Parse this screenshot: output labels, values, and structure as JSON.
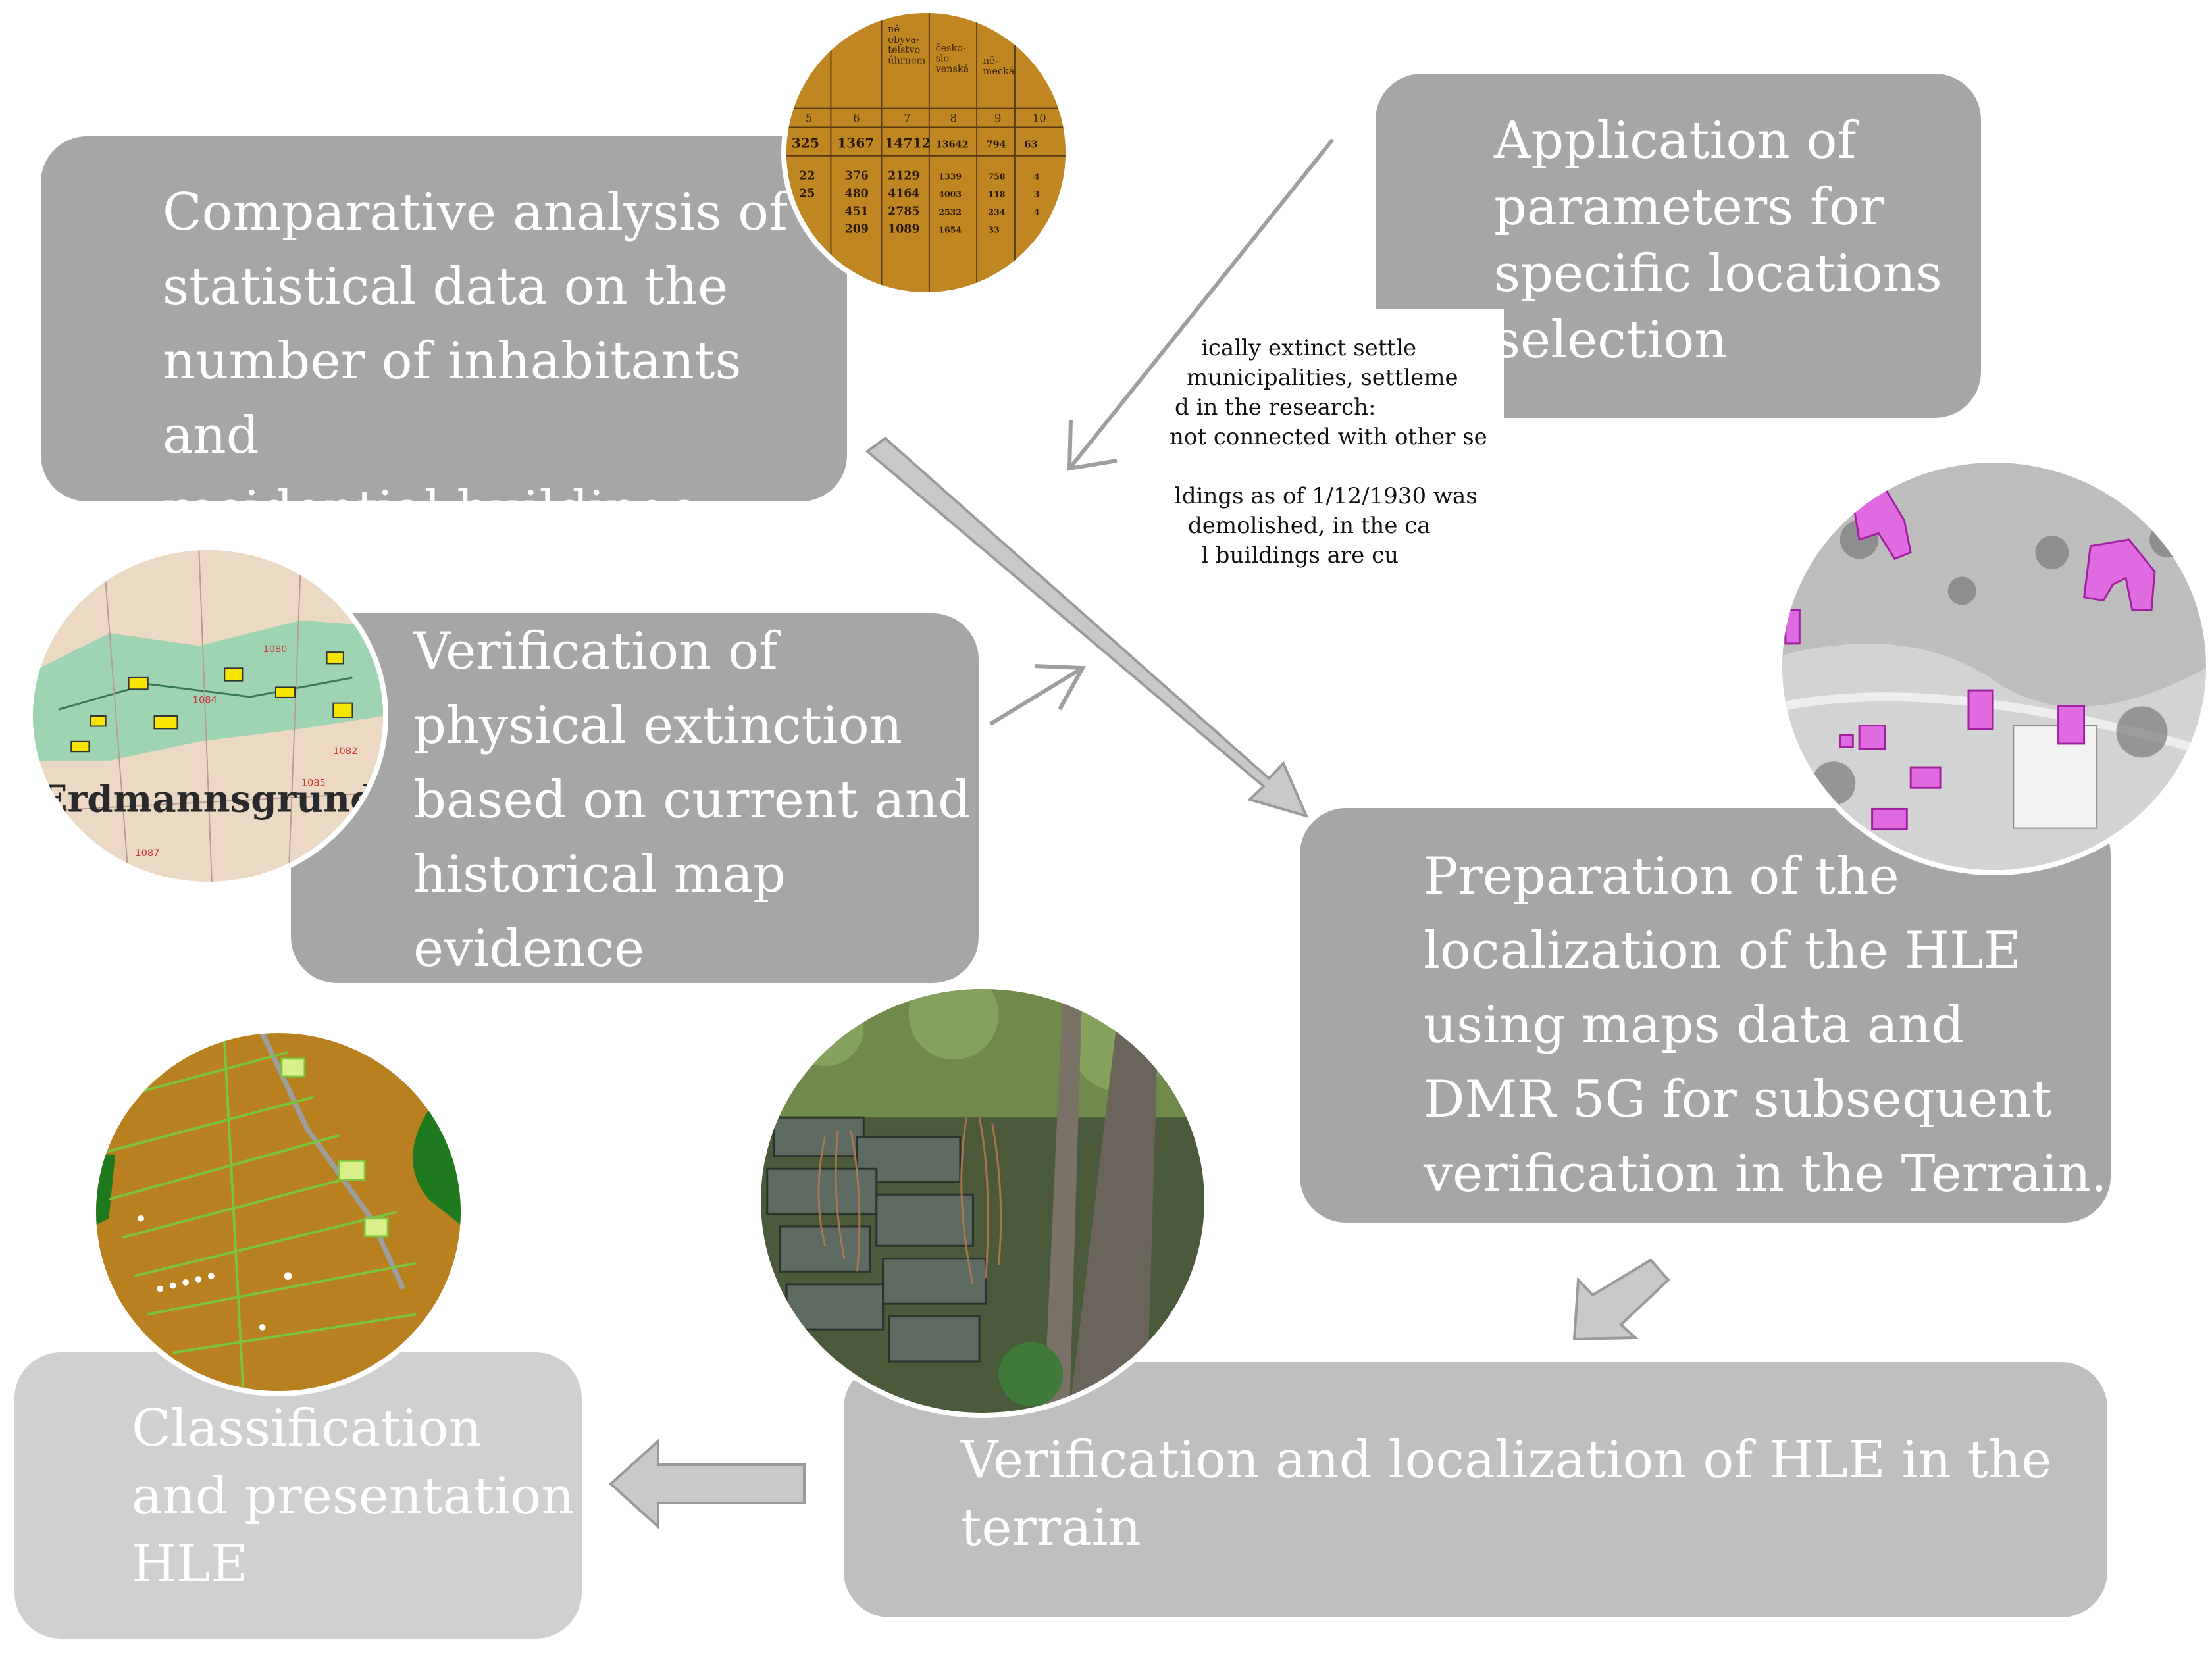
{
  "steps": {
    "step1": "Comparative analysis of\nstatistical data on the\nnumber of inhabitants and\nresidential buildings.",
    "step2": "Application of\nparameters for\nspecific locations\nselection",
    "step3": "Verification of\nphysical extinction\nbased on current and\nhistorical map\nevidence",
    "step4": "Preparation of the\nlocalization of the HLE\nusing maps data and\nDMR 5G for subsequent\nverification in the Terrain.",
    "step5": "Verification and localization of HLE in the\nterrain",
    "step6": "Classification\nand presentation\nHLE"
  },
  "census_table": {
    "headers": [
      "ně\nobyva-\ntelstvo\núhrnem",
      "česko-\nslo-\nvenská",
      "ně-\nmecká"
    ],
    "col_numbers": [
      "5",
      "6",
      "7",
      "8",
      "9",
      "10"
    ],
    "rows": [
      [
        "325",
        "1367",
        "14712",
        "13642",
        "794",
        "63"
      ],
      [
        "22",
        "376",
        "2129",
        "1339",
        "758",
        "4"
      ],
      [
        "25",
        "480",
        "4164",
        "4003",
        "118",
        "3"
      ],
      [
        "",
        "451",
        "2785",
        "2532",
        "234",
        "4"
      ],
      [
        "",
        "209",
        "1089",
        "1654",
        "33",
        ""
      ]
    ]
  },
  "document_snippet": {
    "lines": [
      "ically extinct settle",
      "municipalities, settleme",
      "d in the research:",
      "not connected with other se",
      "",
      "ldings as of 1/12/1930 was",
      "demolished, in the ca",
      "l buildings are cu"
    ]
  },
  "historical_map": {
    "label": "Erdmannsgrund",
    "parcels": [
      "1080",
      "1084",
      "1085",
      "1087",
      "1082"
    ]
  },
  "colors": {
    "box_dark": "#a6a6a6",
    "box_light": "#bfbfbf",
    "box_lightest": "#d0d0d0",
    "arrow_fill": "#c9c9c9",
    "arrow_stroke": "#9a9a9a",
    "line_arrow": "#9e9e9e"
  }
}
